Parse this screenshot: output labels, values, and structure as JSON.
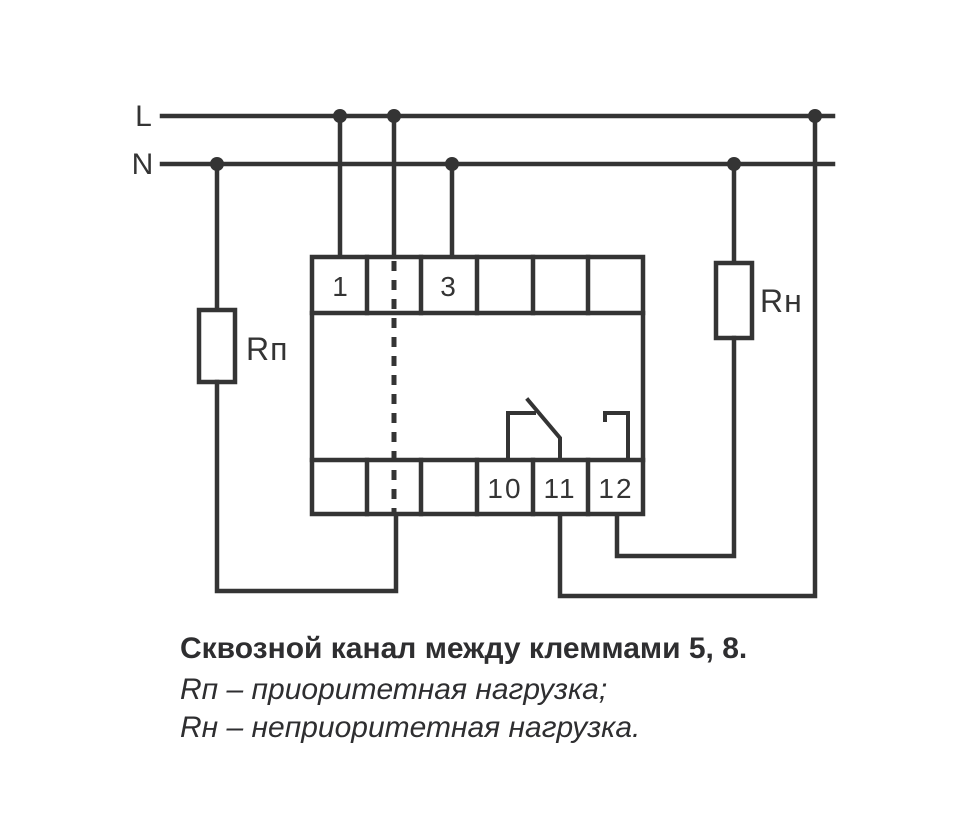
{
  "colors": {
    "stroke": "#343434",
    "background": "#ffffff"
  },
  "buses": {
    "live": "L",
    "neutral": "N"
  },
  "device": {
    "terminals": {
      "top": [
        "1",
        "3"
      ],
      "bottom": [
        "10",
        "11",
        "12"
      ]
    }
  },
  "loads": {
    "priority": "Rп",
    "non_priority": "Rн"
  },
  "caption": {
    "title": "Сквозной канал между клеммами 5, 8.",
    "legend_priority": "Rп – приоритетная нагрузка;",
    "legend_non_priority": "Rн – неприоритетная нагрузка."
  }
}
